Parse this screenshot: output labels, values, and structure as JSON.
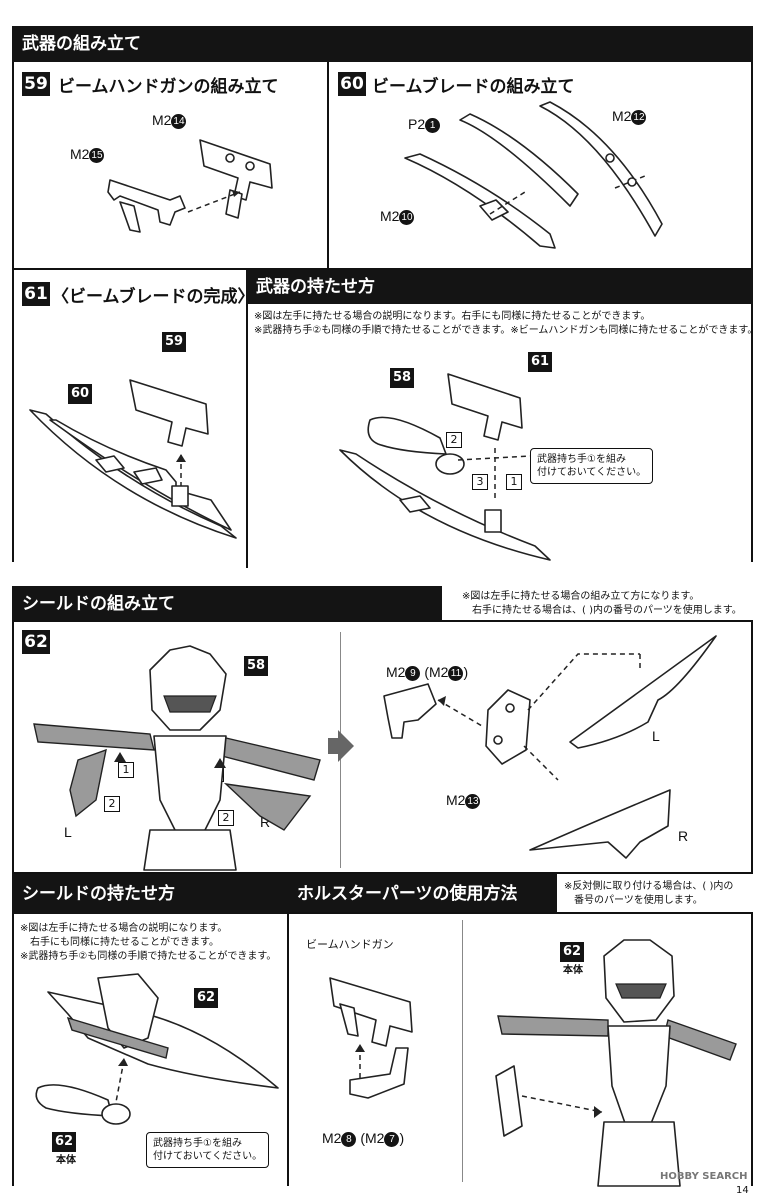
{
  "page": {
    "header": "武器の組み立て",
    "page_number": "14",
    "watermark": "HOBBY SEARCH"
  },
  "step59": {
    "num": "59",
    "title": "ビームハンドガンの組み立て",
    "part_a": "M2",
    "part_a_num": "14",
    "part_b": "M2",
    "part_b_num": "15"
  },
  "step60": {
    "num": "60",
    "title": "ビームブレードの組み立て",
    "part_a": "P2",
    "part_a_num": "1",
    "part_b": "M2",
    "part_b_num": "12",
    "part_c": "M2",
    "part_c_num": "10"
  },
  "step61": {
    "num": "61",
    "title": "〈ビームブレードの完成〉",
    "tag_a": "59",
    "tag_b": "60"
  },
  "hold_weapon": {
    "title": "武器の持たせ方",
    "note1": "※図は左手に持たせる場合の説明になります。右手にも同様に持たせることができます。",
    "note2": "※武器持ち手②も同様の手順で持たせることができます。※ビームハンドガンも同様に持たせることができます。",
    "tag_a": "58",
    "tag_b": "61",
    "callout_line1": "武器持ち手①を組み",
    "callout_line2": "付けておいてください。",
    "box1": "1",
    "box2": "2",
    "box3": "3"
  },
  "shield_assembly": {
    "title": "シールドの組み立て",
    "note1": "※図は左手に持たせる場合の組み立て方になります。",
    "note2": "右手に持たせる場合は、( )内の番号のパーツを使用します。",
    "step_num": "62",
    "tag_body": "58",
    "label_L": "L",
    "label_R": "R",
    "box1": "1",
    "box2": "2",
    "part_top": "M2",
    "part_top_num": "9",
    "part_top_alt": "M2",
    "part_top_alt_num": "11",
    "part_bottom": "M2",
    "part_bottom_num": "13"
  },
  "shield_hold": {
    "title": "シールドの持たせ方",
    "note1": "※図は左手に持たせる場合の説明になります。",
    "note2": "右手にも同様に持たせることができます。",
    "note3": "※武器持ち手②も同様の手順で持たせることができます。",
    "tag_shield": "62",
    "tag_body": "62",
    "body_label": "本体",
    "callout_line1": "武器持ち手①を組み",
    "callout_line2": "付けておいてください。"
  },
  "holster": {
    "title": "ホルスターパーツの使用方法",
    "note1": "※反対側に取り付ける場合は、( )内の",
    "note2": "番号のパーツを使用します。",
    "gun_label": "ビームハンドガン",
    "part": "M2",
    "part_num": "8",
    "part_alt": "M2",
    "part_alt_num": "7",
    "tag_body": "62",
    "body_label": "本体"
  }
}
